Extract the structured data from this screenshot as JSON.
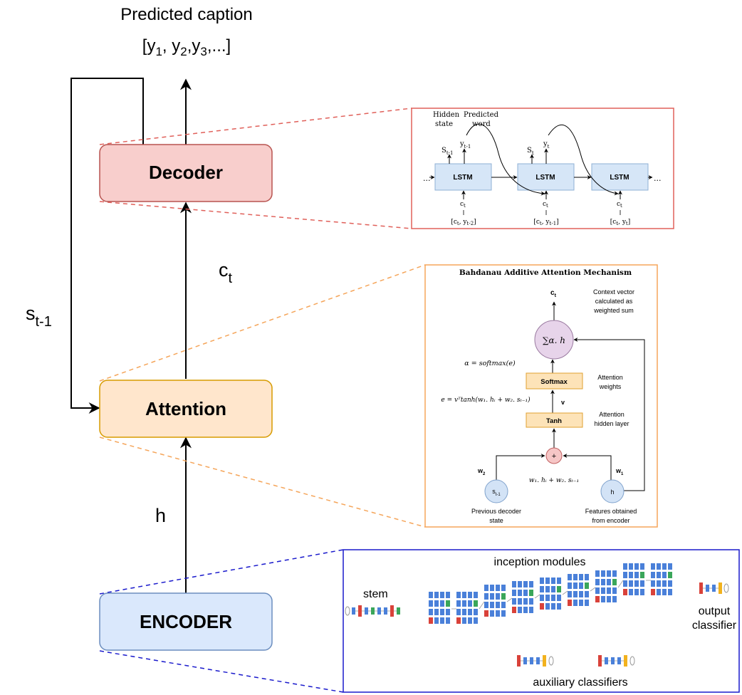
{
  "output": {
    "title": "Predicted caption",
    "seq_prefix": "[",
    "y1": "y",
    "y1_sub": "1",
    "sep1": ", ",
    "y2": "y",
    "y2_sub": "2",
    "sep2": ",",
    "y3": "y",
    "y3_sub": "3",
    "seq_suffix": ",...]"
  },
  "blocks": {
    "decoder": "Decoder",
    "attention": "Attention",
    "encoder": "ENCODER"
  },
  "labels": {
    "ct_main": "c",
    "ct_sub": "t",
    "st_main": "s",
    "st_sub": "t-1",
    "h": "h"
  },
  "decoder_detail": {
    "hidden_state_1": "Hidden",
    "hidden_state_2": "state",
    "predicted_word_1": "Predicted",
    "predicted_word_2": "word",
    "lstm": "LSTM",
    "ellipsis": "...",
    "s1": "S",
    "s1_sub": "t-1",
    "y1": "y",
    "y1_sub": "t-1",
    "s2": "S",
    "s2_sub": "t",
    "y2": "y",
    "y2_sub": "t",
    "c": "c",
    "c_sub": "t",
    "in1": "[c",
    "in1_sub1": "t",
    "in1_mid": ", y",
    "in1_sub2": "t-2",
    "in1_end": "]",
    "in2": "[c",
    "in2_sub1": "t",
    "in2_mid": ", y",
    "in2_sub2": "t-1",
    "in2_end": "]",
    "in3": "[c",
    "in3_sub1": "t",
    "in3_mid": ", y",
    "in3_sub2": "t",
    "in3_end": "]"
  },
  "attention_detail": {
    "title": "Bahdanau Additive Attention Mechanism",
    "ct": "c",
    "ct_sub": "t",
    "context_1": "Context vector",
    "context_2": "calculated as",
    "context_3": "weighted sum",
    "sum_node": "∑α. h",
    "alpha_eq": "α = softmax(e)",
    "softmax": "Softmax",
    "attn_weights_1": "Attention",
    "attn_weights_2": "weights",
    "v": "v",
    "e_eq": "e = vᵀtanh(w₁. hᵢ + w₂. sₜ₋₁)",
    "tanh": "Tanh",
    "attn_hidden_1": "Attention",
    "attn_hidden_2": "hidden layer",
    "plus": "+",
    "w2": "w",
    "w2_sub": "2",
    "w1": "w",
    "w1_sub": "1",
    "sum_eq": "w₁. hᵢ + w₂. sₜ₋₁",
    "s_node": "s",
    "s_node_sub": "t-1",
    "h_node": "h",
    "prev_1": "Previous decoder",
    "prev_2": "state",
    "feat_1": "Features obtained",
    "feat_2": "from encoder"
  },
  "encoder_detail": {
    "inception": "inception modules",
    "stem": "stem",
    "output_1": "output",
    "output_2": "classifier",
    "aux": "auxiliary classifiers"
  },
  "colors": {
    "decoder_fill": "#f8cecc",
    "decoder_stroke": "#b85450",
    "attention_fill": "#ffe6cc",
    "attention_stroke": "#d79b00",
    "encoder_fill": "#dae8fc",
    "encoder_stroke": "#6c8ebf",
    "decoder_zoom": "#e0605a",
    "attention_zoom": "#f5a55a",
    "encoder_zoom": "#1a1acc",
    "lstm_fill": "#d6e6f7",
    "lstm_stroke": "#8fb0d6",
    "layer_fill": "#fde3b8",
    "layer_stroke": "#e0a030",
    "plus_fill": "#f6c6c6",
    "circle_fill": "#d3e3f6",
    "sum_fill": "#e7d4ea",
    "conv_blue": "#4a80d9",
    "conv_red": "#d9423a",
    "conv_green": "#3aa65a",
    "conv_yellow": "#f2b21e"
  }
}
